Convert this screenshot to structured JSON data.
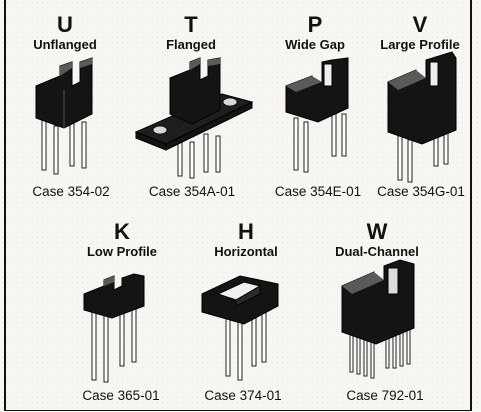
{
  "packages": [
    {
      "letter": "U",
      "name": "Unflanged",
      "case": "Case 354-02"
    },
    {
      "letter": "T",
      "name": "Flanged",
      "case": "Case 354A-01"
    },
    {
      "letter": "P",
      "name": "Wide Gap",
      "case": "Case 354E-01"
    },
    {
      "letter": "V",
      "name": "Large Profile",
      "case": "Case 354G-01"
    },
    {
      "letter": "K",
      "name": "Low Profile",
      "case": "Case 365-01"
    },
    {
      "letter": "H",
      "name": "Horizontal",
      "case": "Case 374-01"
    },
    {
      "letter": "W",
      "name": "Dual-Channel",
      "case": "Case 792-01"
    }
  ]
}
